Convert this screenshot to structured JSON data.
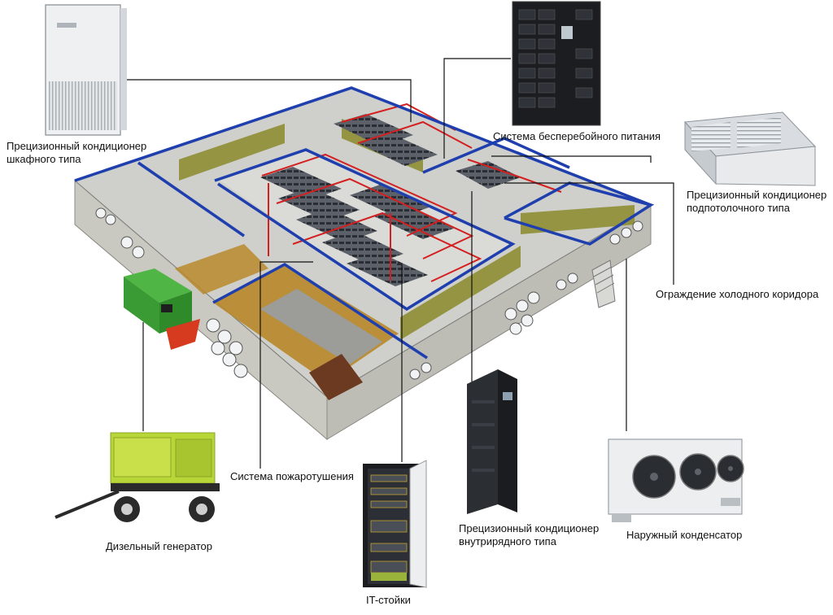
{
  "labels": {
    "cabinet_ac": [
      "Прецизионный кондиционер",
      "шкафного типа"
    ],
    "ups": "Система бесперебойного питания",
    "ceiling_ac": [
      "Прецизионный кондиционер",
      "подпотолочного типа"
    ],
    "cold_aisle": "Ограждение холодного коридора",
    "outdoor_condenser": "Наружный конденсатор",
    "inrow_ac": [
      "Прецизионный кондиционер",
      "внутрирядного типа"
    ],
    "it_racks": "IT-стойки",
    "fire_suppression": "Система пожаротушения",
    "diesel_generator": "Дизельный генератор"
  },
  "colors": {
    "wall_blue": "#1f3fae",
    "pipe_red": "#d42020",
    "wall_olive": "#8b8a2a",
    "floor_grey": "#cfd0cc",
    "generator_green": "#3fa53a",
    "generator_lime": "#b8d637",
    "rack_black": "#1b1d21",
    "leader_line": "#111111"
  }
}
